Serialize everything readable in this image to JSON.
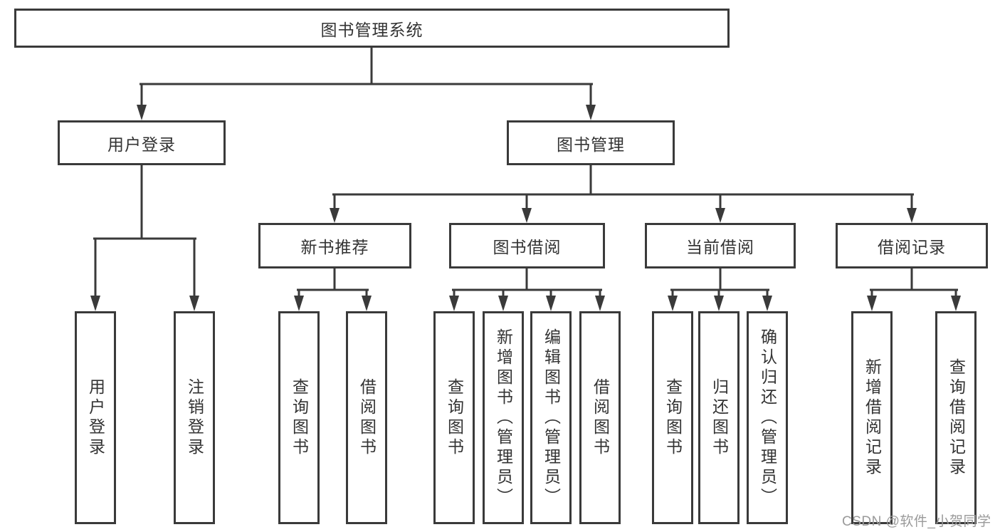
{
  "diagram_title": "图书管理系统",
  "tree": {
    "root": "图书管理系统",
    "children": [
      {
        "label": "用户登录",
        "children": [
          "用户登录",
          "注销登录"
        ]
      },
      {
        "label": "图书管理",
        "children": [
          {
            "label": "新书推荐",
            "children": [
              "查询图书",
              "借阅图书"
            ]
          },
          {
            "label": "图书借阅",
            "children": [
              "查询图书",
              "新增图书（管理员）",
              "编辑图书（管理员）",
              "借阅图书"
            ]
          },
          {
            "label": "当前借阅",
            "children": [
              "查询图书",
              "归还图书",
              "确认归还（管理员）"
            ]
          },
          {
            "label": "借阅记录",
            "children": [
              "新增借阅记录",
              "查询借阅记录"
            ]
          }
        ]
      }
    ]
  },
  "watermark": {
    "text": "CSDN @软件_小贺同学"
  },
  "colors": {
    "line": "#3a3a3a",
    "box_border": "#3a3a3a",
    "text": "#333333",
    "background": "#ffffff",
    "watermark_text": "#9a9a9a"
  }
}
